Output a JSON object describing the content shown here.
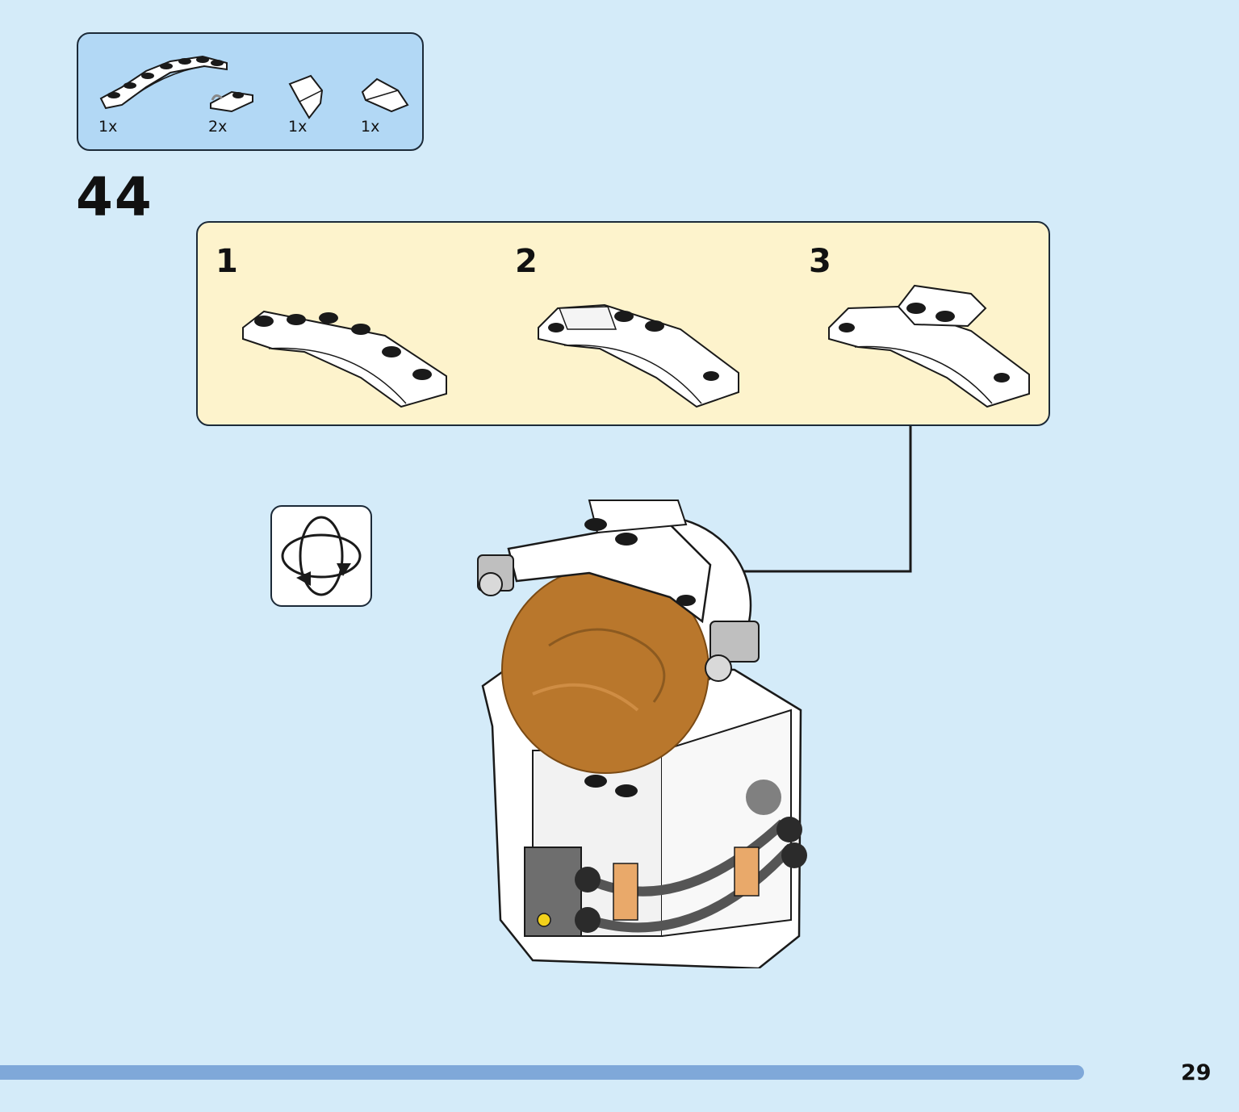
{
  "parts_list": {
    "items": [
      {
        "name": "white-arch-plate",
        "qty": "1x"
      },
      {
        "name": "white-clip-plate",
        "qty": "2x"
      },
      {
        "name": "white-wedge-slope-left",
        "qty": "1x"
      },
      {
        "name": "white-wedge-slope-right",
        "qty": "1x"
      }
    ]
  },
  "step": {
    "number": "44"
  },
  "substeps": [
    {
      "number": "1"
    },
    {
      "number": "2"
    },
    {
      "number": "3"
    }
  ],
  "rotate_icon": "rotate-model-icon",
  "colors": {
    "background": "#d4ebf9",
    "parts_box": "#b2d8f5",
    "substep_box": "#fdf3cc",
    "visor": "#b9772c",
    "progress": "#7fa8d9"
  },
  "progress": {
    "fraction": 0.935
  },
  "page": {
    "number": "29"
  }
}
